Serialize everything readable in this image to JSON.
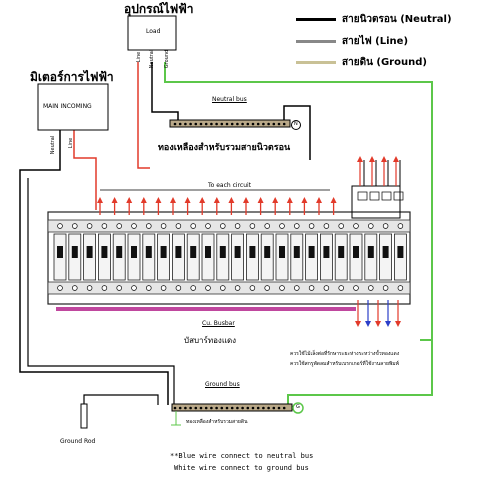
{
  "legend": {
    "items": [
      {
        "label": "สายนิวตรอน (Neutral)",
        "color": "#000000"
      },
      {
        "label": "สายไฟ (Line)",
        "color": "#888888"
      },
      {
        "label": "สายดิน (Ground)",
        "color": "#c9c196"
      }
    ]
  },
  "device": {
    "title": "อุปกรณ์ไฟฟ้า",
    "box_label": "Load",
    "wires": [
      "Line",
      "Neutral",
      "Ground"
    ]
  },
  "meter": {
    "title": "มิเตอร์การไฟฟ้า",
    "box_label": "MAIN INCOMING",
    "wires": [
      "Neutral",
      "Line"
    ]
  },
  "neutral_bus": {
    "label": "Neutral bus",
    "caption": "ทองเหลืองสำหรับรวมสายนิวตรอน",
    "symbol": "N"
  },
  "panel": {
    "to_each_circuit": "To each circuit",
    "bus_bar_label": "Cu. Busbar",
    "bus_bar_caption": "บัสบาร์ทองแดง"
  },
  "ground_bus": {
    "label": "Ground bus",
    "caption": "ทองเหลืองสำหรับรวมสายดิน",
    "symbol": "G"
  },
  "ground_rod": {
    "label": "Ground Rod"
  },
  "side_note": {
    "line1": "ควรใช้ไม้เล็งต่อที่รักษาระยะห่างระหว่างขั้วทองแดง",
    "line2": "ควรใช้สกรูพัดลมสำหรับเบรกเกอร์ที่ใช้งานลายพิมพ์"
  },
  "footer_note": {
    "line1": "**Blue wire connect to neutral bus",
    "line2": "White wire connect to ground bus"
  },
  "colors": {
    "line_wire": "#e23a2a",
    "neutral_wire": "#000000",
    "ground_wire": "#5cc74a",
    "busbar": "#c0479e",
    "blue": "#2b3fc9",
    "rcbo": "#e23a2a"
  }
}
